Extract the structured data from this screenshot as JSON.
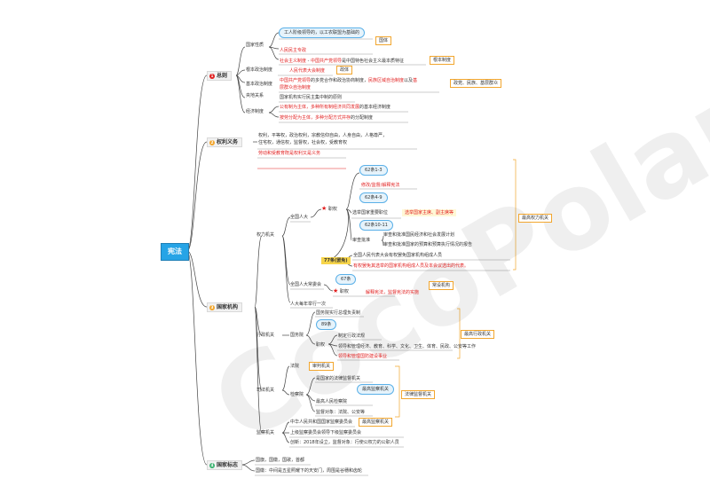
{
  "root": "宪法",
  "watermark": "CocoPolaris",
  "sections": {
    "general": {
      "num": "1",
      "label": "总则",
      "color": "#e21f1f"
    },
    "rights": {
      "num": "2",
      "label": "权利义务",
      "color": "#f2a62e"
    },
    "organs": {
      "num": "3",
      "label": "国家机构",
      "color": "#f2a62e"
    },
    "symbols": {
      "num": "4",
      "label": "国家标志",
      "color": "#3cb371"
    }
  },
  "general": {
    "nature": "国家性质",
    "nature_cloud": "工人阶级领导的，以工农联盟为基础的",
    "nature_box": "国体",
    "nature_red1": "人民民主专政",
    "nature_red2a": "社会主义制度",
    "nature_red2b": "中国共产党领导",
    "nature_rest": "是中国特色社会主义最本质特征",
    "basic_system_box": "根本制度",
    "fundamental_political": "根本政治制度",
    "npc_system": "人民代表大会制度",
    "regime_box": "政体",
    "basic_political": "基本政治制度",
    "bp_line1a": "中国共产党领导",
    "bp_line1b": "的多党合作和政治协商制度，",
    "bp_line1c": "民族区域自治制度",
    "bp_line1d": "以及",
    "bp_line1e": "基",
    "bp_line2": "层群众自治制度",
    "parties_box": "政党、民族、基层群众",
    "central_local": "央地关系",
    "central_local_text": "国家机构实行民主集中制的原则",
    "economic": "经济制度",
    "econ1a": "公有制为主体，多种所有制经济共同发展",
    "econ1b": "的基本经济制度",
    "econ2a": "按劳分配为主体，多种分配方式并存",
    "econ2b": "的分配制度"
  },
  "rights": {
    "line1": "权利，平等权，政治权利，宗教信仰自由，人身自由，人格尊严，",
    "line2": "住宅权，通信权，监督权，社会权，受教育权",
    "line3": "劳动和受教育既是权利又是义务"
  },
  "organs": {
    "power": "权力机关",
    "npc": "全国人大",
    "duty": "职权",
    "cloud_62_1_3": "62条1-3",
    "amend": "修改/监督/解释宪法",
    "cloud_62_4_9": "62条4-9",
    "elect": "选举国家重要职位",
    "elect_hl": "选举国家主席、副主席等",
    "cloud_62_10_11": "62条10-11",
    "approve": "审查批准",
    "approve1": "审查和批准国民经济和社会发展计划",
    "approve2": "审查和批准国家的预算和预算执行情况的报告",
    "hl_77": "77条(罢免)",
    "recall1": "全国人民代表大会有权罢免国家机构组成人员",
    "recall2": "有权罢免其选举的国家机构组成人员及本会议选出的代表。",
    "supreme_power_box": "最高权力机关",
    "standing": "全国人大常委会",
    "cloud_67": "67条",
    "standing_duty": "职权",
    "standing_red": "解释宪法，监督宪法的实施",
    "standing_box": "常设机构",
    "term": "人大每年举行一次",
    "admin": "行政机关",
    "state_council": "国务院",
    "sc1": "国务院实行总理负责制",
    "cloud_89": "89条",
    "sc_duty": "职权",
    "sc2": "制定行政法规",
    "sc3": "领导和管理经济、教育、科学、文化、卫生、体育、民政、公安等工作",
    "sc4": "领导和管理国防建设事业",
    "admin_box": "最高行政机关",
    "judicial": "司法机关",
    "court": "法院",
    "court_box": "审判机关",
    "procuratorate": "检察院",
    "proc1": "是国家的法律监督机关",
    "proc_cloud": "最高监察机关",
    "proc2": "最高人民检察院",
    "proc3": "监督对象：法院、公安等",
    "judicial_box": "法律监督机关",
    "supervision": "监察机关",
    "sup1": "中华人民共和国国家监察委员会",
    "sup1_box": "最高监察机关",
    "sup2": "上级监察委员会领导下级监察委员会",
    "sup3": "创新：2018年设立，监督对象：行使公权力的公职人员"
  },
  "symbols": {
    "line1": "国旗，国徽，国歌，首都",
    "line2": "国徽：中间是五星照耀下的天安门，周围是谷穗和齿轮"
  }
}
